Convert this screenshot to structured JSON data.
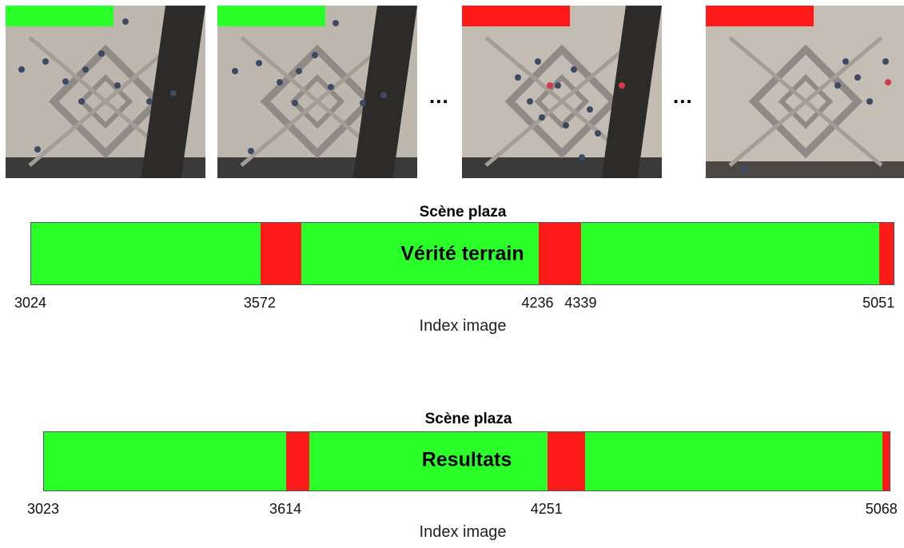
{
  "frames": [
    {
      "id": "frame-1",
      "bar_color": "#2aff2a",
      "bar_fraction": 0.54
    },
    {
      "id": "frame-2",
      "bar_color": "#2aff2a",
      "bar_fraction": 0.54
    },
    {
      "id": "frame-3",
      "bar_color": "#ff1a1a",
      "bar_fraction": 0.54
    },
    {
      "id": "frame-4",
      "bar_color": "#ff1a1a",
      "bar_fraction": 0.54
    }
  ],
  "ellipsis": [
    "...",
    "..."
  ],
  "chart_data": [
    {
      "type": "timeline",
      "title": "Scène plaza",
      "inner_label": "Vérité terrain",
      "xlabel": "Index image",
      "xlim": [
        3024,
        5085
      ],
      "tick_labels": [
        "3024",
        "3572",
        "4236",
        "4339",
        "5051"
      ],
      "ticks": [
        3024,
        3572,
        4236,
        4339,
        5051
      ],
      "segments": [
        {
          "start": 3024,
          "end": 3572,
          "state": "normal",
          "color": "#2aff2a"
        },
        {
          "start": 3572,
          "end": 3670,
          "state": "abnormal",
          "color": "#ff1a1a"
        },
        {
          "start": 3670,
          "end": 4236,
          "state": "normal",
          "color": "#2aff2a"
        },
        {
          "start": 4236,
          "end": 4339,
          "state": "abnormal",
          "color": "#ff1a1a"
        },
        {
          "start": 4339,
          "end": 5051,
          "state": "normal",
          "color": "#2aff2a"
        },
        {
          "start": 5051,
          "end": 5085,
          "state": "abnormal",
          "color": "#ff1a1a"
        }
      ]
    },
    {
      "type": "timeline",
      "title": "Scène plaza",
      "inner_label": "Resultats",
      "xlabel": "Index image",
      "xlim": [
        3023,
        5086
      ],
      "tick_labels": [
        "3023",
        "3614",
        "4251",
        "5068"
      ],
      "ticks": [
        3023,
        3614,
        4251,
        5068
      ],
      "segments": [
        {
          "start": 3023,
          "end": 3614,
          "state": "normal",
          "color": "#2aff2a"
        },
        {
          "start": 3614,
          "end": 3670,
          "state": "abnormal",
          "color": "#ff1a1a"
        },
        {
          "start": 3670,
          "end": 4251,
          "state": "normal",
          "color": "#2aff2a"
        },
        {
          "start": 4251,
          "end": 4343,
          "state": "abnormal",
          "color": "#ff1a1a"
        },
        {
          "start": 4343,
          "end": 5068,
          "state": "normal",
          "color": "#2aff2a"
        },
        {
          "start": 5068,
          "end": 5086,
          "state": "abnormal",
          "color": "#ff1a1a"
        }
      ]
    }
  ]
}
